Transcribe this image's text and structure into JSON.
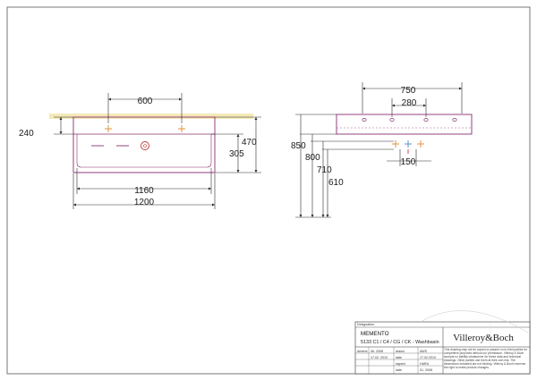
{
  "colors": {
    "frame": "#4a4a4a",
    "outline": "#8a2f6e",
    "dimension": "#2a2a2a",
    "wall_band": "#f4e9b8",
    "tap_hole": "#e08a2a",
    "tap_hole_alt": "#4a8ad0",
    "drain": "#c43a3a"
  },
  "front_view": {
    "dims": {
      "tap_spacing": "600",
      "height_back": "240",
      "height_total": "470",
      "height_bowl": "305",
      "inner_width": "1160",
      "outer_width": "1200"
    }
  },
  "side_view": {
    "dims": {
      "depth": "750",
      "tap_offset": "280",
      "drain_offset": "150",
      "rim_height": "850",
      "h800": "800",
      "h710": "710",
      "h610": "610"
    }
  },
  "title_block": {
    "designation_label": "Designation",
    "product_name": "MEMENTO",
    "product_code": "5133 C1 / C4 / CG / CK - Washbasin",
    "amendment_label": "Amend.",
    "date_1": "06. 2008",
    "date_2": "17.02. 2010",
    "name_1": "AWS",
    "name_2": "17.02.2010",
    "role_drawn": "drawn",
    "role_checked": "date",
    "role_signed": "signed",
    "role_date": "date",
    "name_3": "HARU",
    "name_4": "01. 2008",
    "notice": "This drawing may not be copied or passed on to third parties for competitive purposes without our permission. Villeroy & Boch accepts no liability whatsoever for these data and technical drawings. Other parties use them at their own risk. The dimensions indicated are not binding. Villeroy & Boch reserves the right to make product changes.",
    "brand": "Villeroy&Boch"
  }
}
